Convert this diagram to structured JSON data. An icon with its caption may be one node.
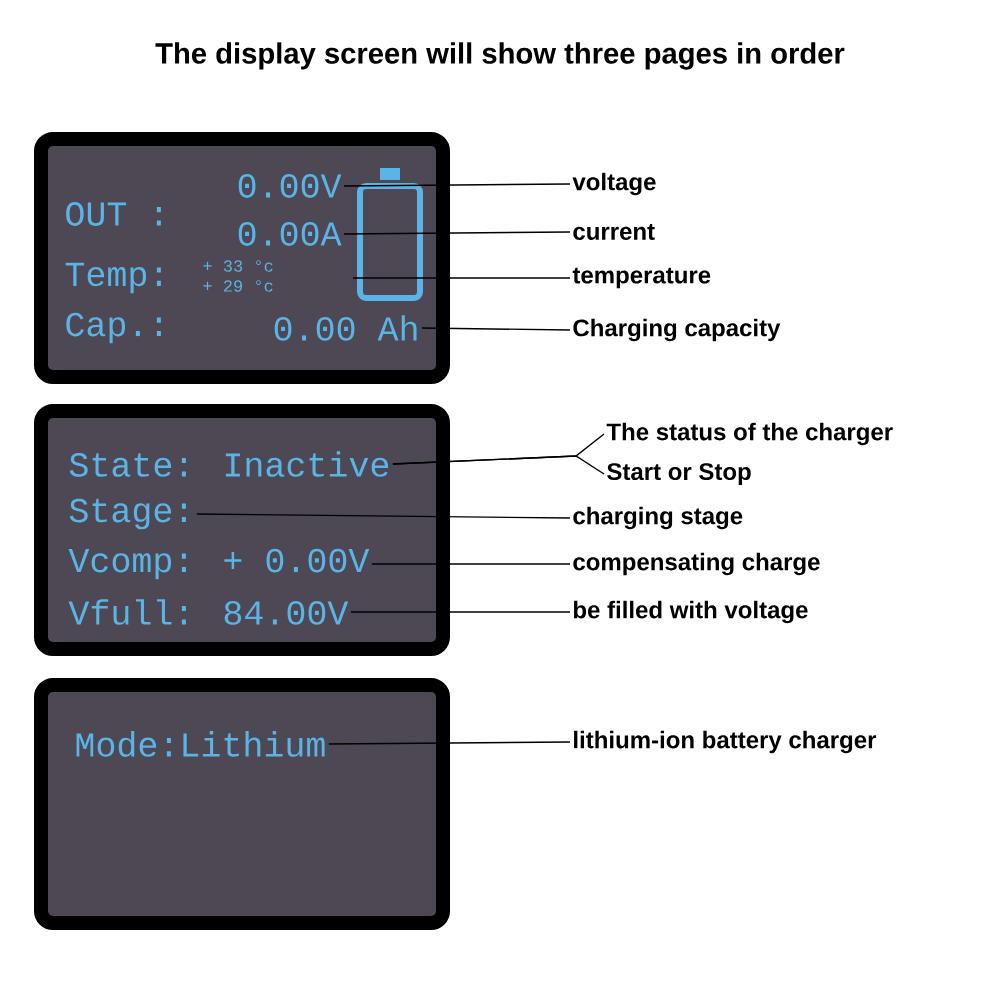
{
  "diagram": {
    "title": "The display screen will show three pages in order",
    "nodes": [
      {
        "text": [],
        "shape": "box"
      },
      {
        "text": [
          "OUT :"
        ],
        "in": 0
      },
      {
        "text": [
          "0.00V"
        ],
        "in": 0
      },
      {
        "text": [
          "0.00A"
        ],
        "in": 0
      },
      {
        "text": [],
        "shape": "battery",
        "in": 0
      },
      {
        "text": [
          "Temp:"
        ],
        "in": 0
      },
      {
        "text": [
          "+ 33 °c"
        ],
        "in": 0
      },
      {
        "text": [
          "+ 29 °c"
        ],
        "in": 0
      },
      {
        "text": [
          "Cap.:"
        ],
        "in": 0
      },
      {
        "text": [
          "0.00 Ah"
        ],
        "in": 0
      },
      {
        "text": [],
        "shape": "box"
      },
      {
        "text": [
          "State: Inactive"
        ],
        "in": 10
      },
      {
        "text": [
          "Stage:"
        ],
        "in": 10
      },
      {
        "text": [
          "Vcomp: + 0.00V"
        ],
        "in": 10
      },
      {
        "text": [
          "Vfull: 84.00V"
        ],
        "in": 10
      },
      {
        "text": [],
        "shape": "box"
      },
      {
        "text": [
          "Mode:Lithium"
        ],
        "in": 15
      },
      {
        "text": [
          "voltage"
        ]
      },
      {
        "text": [
          "current"
        ]
      },
      {
        "text": [
          "temperature"
        ]
      },
      {
        "text": [
          "Charging capacity"
        ]
      },
      {
        "text": [
          "The status of the charger"
        ]
      },
      {
        "text": [
          "Start or Stop"
        ]
      },
      {
        "text": [
          "charging stage"
        ]
      },
      {
        "text": [
          "compensating charge"
        ]
      },
      {
        "text": [
          "be filled with voltage"
        ]
      },
      {
        "text": [
          "lithium-ion battery charger"
        ]
      }
    ],
    "edges": [
      {
        "from": 2,
        "to": 17,
        "arrow": "none"
      },
      {
        "from": 3,
        "to": 18,
        "arrow": "none"
      },
      {
        "from": 4,
        "to": 19,
        "arrow": "none"
      },
      {
        "from": 9,
        "to": 20,
        "arrow": "none"
      },
      {
        "from": 11,
        "to": 21,
        "arrow": "none"
      },
      {
        "from": 11,
        "to": 22,
        "arrow": "none"
      },
      {
        "from": 12,
        "to": 23,
        "arrow": "none"
      },
      {
        "from": 13,
        "to": 24,
        "arrow": "none"
      },
      {
        "from": 14,
        "to": 25,
        "arrow": "none"
      },
      {
        "from": 16,
        "to": 26,
        "arrow": "none"
      }
    ]
  }
}
